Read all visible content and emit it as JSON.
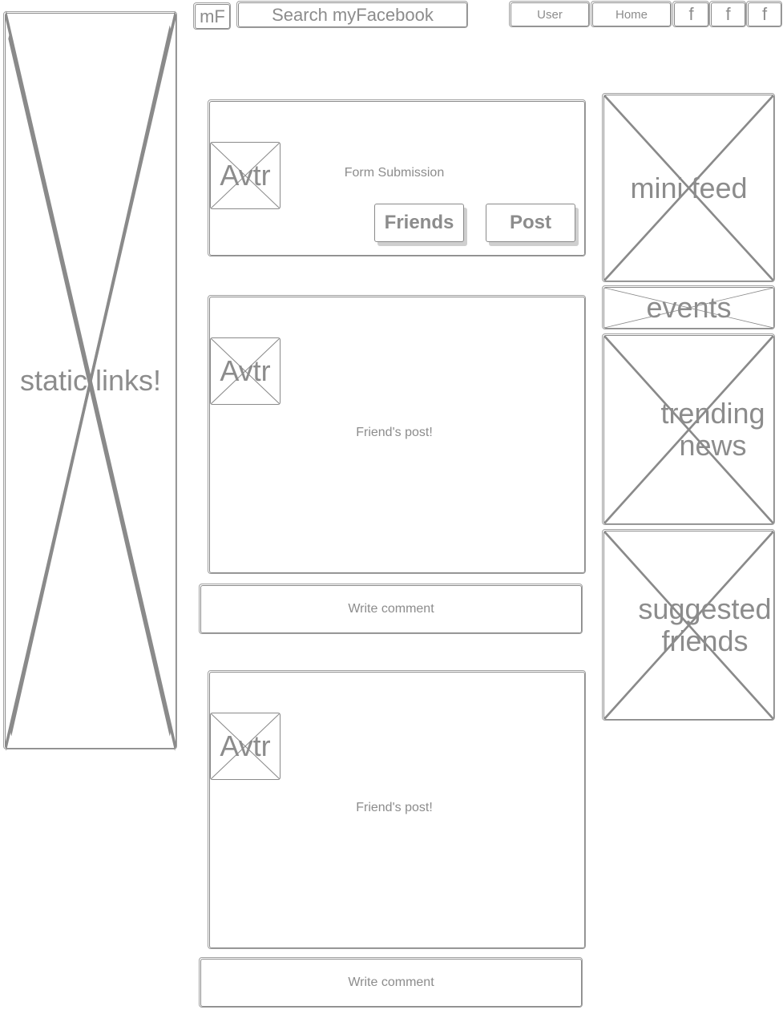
{
  "topbar": {
    "logo": "mF",
    "search_placeholder": "Search myFacebook",
    "nav": {
      "user": "User",
      "home": "Home"
    },
    "social_icons": [
      "f",
      "f",
      "f"
    ]
  },
  "left_sidebar": {
    "label": "static links!"
  },
  "composer": {
    "avatar": "Avtr",
    "text": "Form Submission",
    "friends_button": "Friends",
    "post_button": "Post"
  },
  "posts": [
    {
      "avatar": "Avtr",
      "text": "Friend's post!",
      "comment": "Write comment"
    },
    {
      "avatar": "Avtr",
      "text": "Friend's post!",
      "comment": "Write comment"
    }
  ],
  "right_sidebar": {
    "mini_feed": "mini feed",
    "events": "events",
    "trending_news": "trending news",
    "suggested_friends": "suggested friends"
  }
}
